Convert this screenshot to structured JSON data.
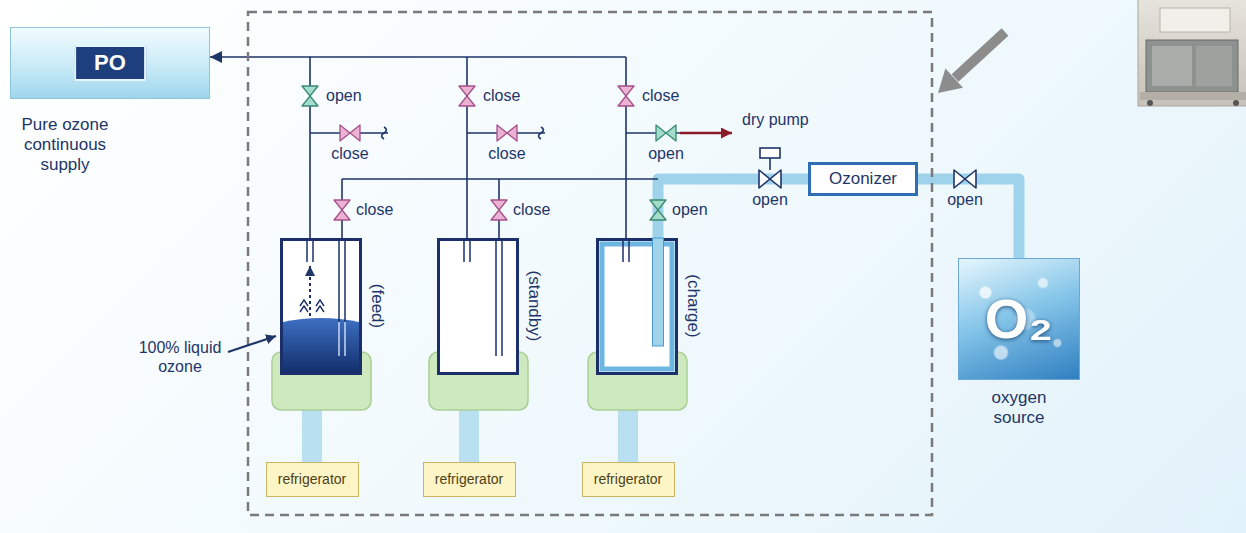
{
  "diagram": {
    "nodes": [
      {
        "text": [
          "PO",
          "Pure ozone continuous supply"
        ]
      },
      {
        "text": [
          "(feed)"
        ]
      },
      {
        "text": [
          "(standby)"
        ]
      },
      {
        "text": [
          "(charge)"
        ]
      },
      {
        "text": [
          "Ozonizer"
        ]
      },
      {
        "text": [
          "O₂",
          "oxygen source"
        ]
      },
      {
        "text": [
          "refrigerator"
        ]
      },
      {
        "text": [
          "refrigerator"
        ]
      },
      {
        "text": [
          "refrigerator"
        ]
      }
    ],
    "edges": [
      {
        "from": 1,
        "to": 0,
        "arrow": "to"
      },
      {
        "from": 4,
        "to": 3,
        "arrow": "none"
      },
      {
        "from": 5,
        "to": 4,
        "arrow": "none"
      },
      {
        "from": 6,
        "to": 1,
        "arrow": "none"
      },
      {
        "from": 7,
        "to": 2,
        "arrow": "none"
      },
      {
        "from": 8,
        "to": 3,
        "arrow": "none"
      }
    ],
    "labels": [
      "open",
      "close",
      "close",
      "dry pump",
      "close",
      "close",
      "open",
      "open",
      "open",
      "close",
      "close",
      "open",
      "100% liquid ozone"
    ]
  }
}
